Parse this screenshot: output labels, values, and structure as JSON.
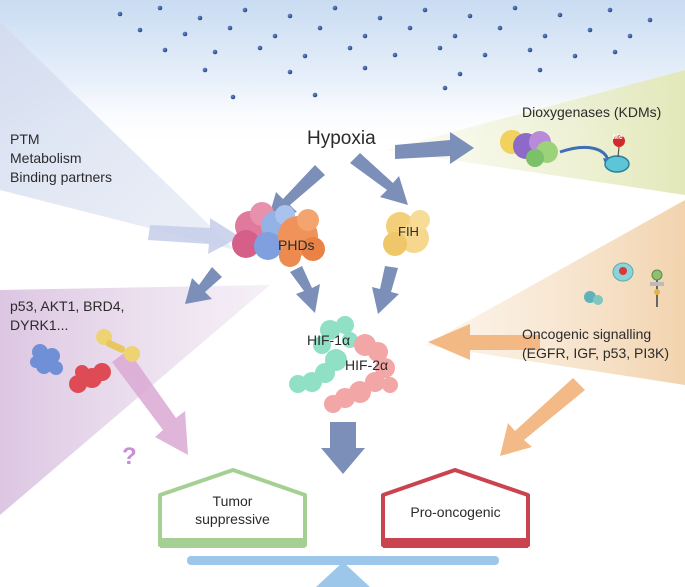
{
  "center": {
    "label": "Hypoxia"
  },
  "left_inputs": {
    "lines": [
      "PTM",
      "Metabolism",
      "Binding partners"
    ]
  },
  "right_top": {
    "label": "Dioxygenases (KDMs)",
    "badge": "Me"
  },
  "enzymes": {
    "phd": "PHDs",
    "fih": "FIH"
  },
  "hif": {
    "alpha1": "HIF-1α",
    "alpha2": "HIF-2α"
  },
  "left_mid": {
    "lines": [
      "p53, AKT1, BRD4,",
      "DYRK1..."
    ]
  },
  "question": "?",
  "oncogenic": {
    "line1": "Oncogenic signalling",
    "line2": "(EGFR, IGF, p53, PI3K)"
  },
  "outcomes": {
    "suppressive": [
      "Tumor",
      "suppressive"
    ],
    "oncogenic": "Pro-oncogenic"
  },
  "colors": {
    "sky": "#cfe0f3",
    "dot": "#2a4f8f",
    "arrow_blue": "#7c8fb8",
    "phd_pink": "#e07a9c",
    "phd_blue": "#8fb0e6",
    "phd_orange": "#f0935a",
    "fih_yellow": "#f3cf7a",
    "hif1_green": "#8fe0c5",
    "hif2_pink": "#f2a6a6",
    "purple_tri": "#d9c6e0",
    "orange_tri": "#f4d9b8",
    "yellow_tri": "#e9ecc4",
    "green_house": "#a6cf93",
    "red_house": "#c9444f",
    "scale_blue": "#9dc7ea"
  }
}
